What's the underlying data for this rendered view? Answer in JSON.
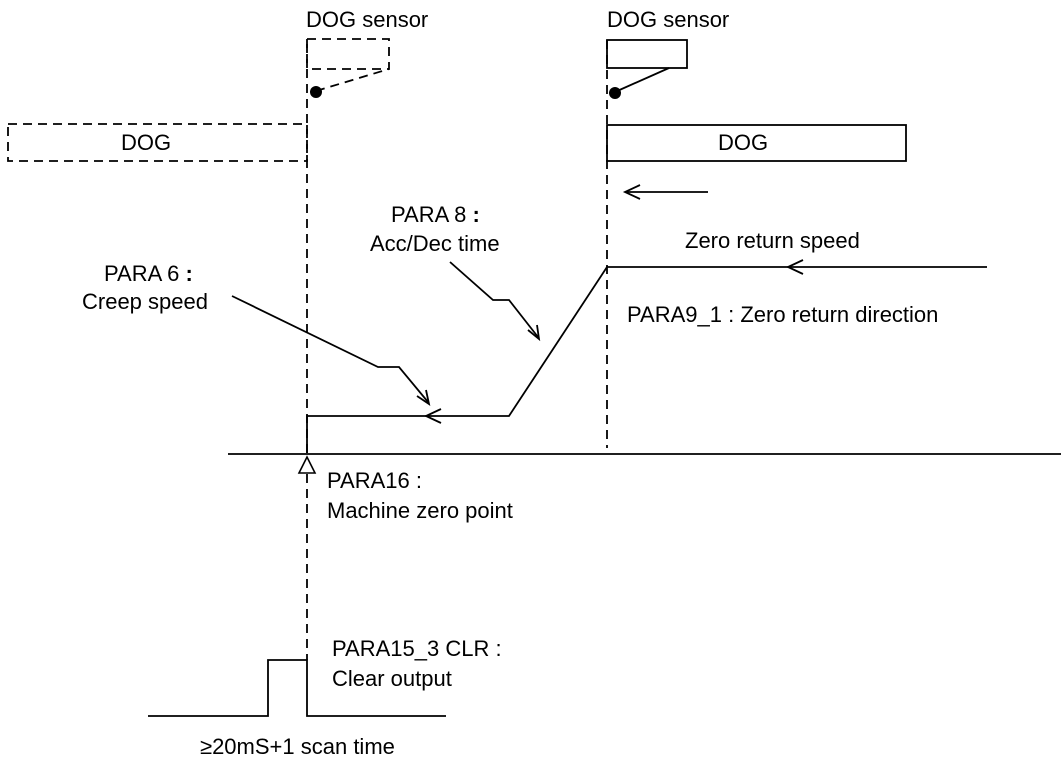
{
  "labels": {
    "dog_sensor_left": "DOG sensor",
    "dog_sensor_right": "DOG sensor",
    "dog_left": "DOG",
    "dog_right": "DOG",
    "para8_name": "PARA 8",
    "para8_colon": ":",
    "para8_desc": "Acc/Dec time",
    "para6_name": "PARA 6",
    "para6_colon": ":",
    "para6_desc": "Creep speed",
    "zero_return_speed": "Zero return speed",
    "para9_1": "PARA9_1 : Zero return direction",
    "para16_name": "PARA16 :",
    "para16_desc": "Machine zero point",
    "para15_name": "PARA15_3 CLR :",
    "para15_desc": "Clear output",
    "pulse_width": "≥20mS+1 scan time"
  }
}
